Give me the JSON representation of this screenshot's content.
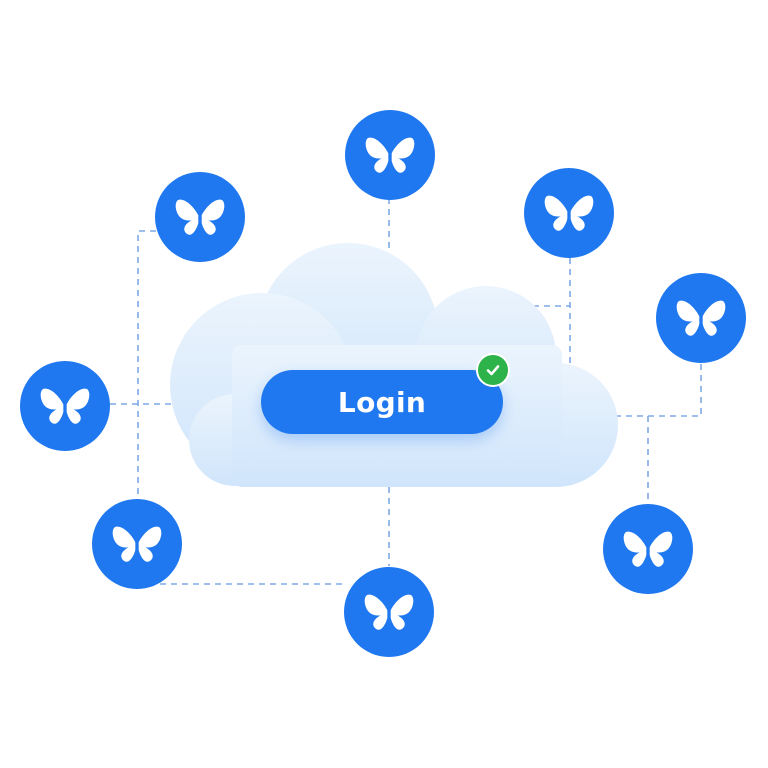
{
  "login_button": {
    "label": "Login"
  },
  "status": {
    "verified": true
  },
  "colors": {
    "accent": "#1f78ef",
    "cloud_top": "#ebf4fd",
    "cloud_bottom": "#d0e5fb",
    "connector": "#7fa9e6",
    "check": "#2eb24a"
  },
  "nodes": [
    {
      "name": "bluesky-node-top",
      "icon": "butterfly-icon"
    },
    {
      "name": "bluesky-node-upper-left",
      "icon": "butterfly-icon"
    },
    {
      "name": "bluesky-node-upper-right",
      "icon": "butterfly-icon"
    },
    {
      "name": "bluesky-node-right",
      "icon": "butterfly-icon"
    },
    {
      "name": "bluesky-node-left",
      "icon": "butterfly-icon"
    },
    {
      "name": "bluesky-node-lower-left",
      "icon": "butterfly-icon"
    },
    {
      "name": "bluesky-node-bottom",
      "icon": "butterfly-icon"
    },
    {
      "name": "bluesky-node-lower-right",
      "icon": "butterfly-icon"
    }
  ]
}
